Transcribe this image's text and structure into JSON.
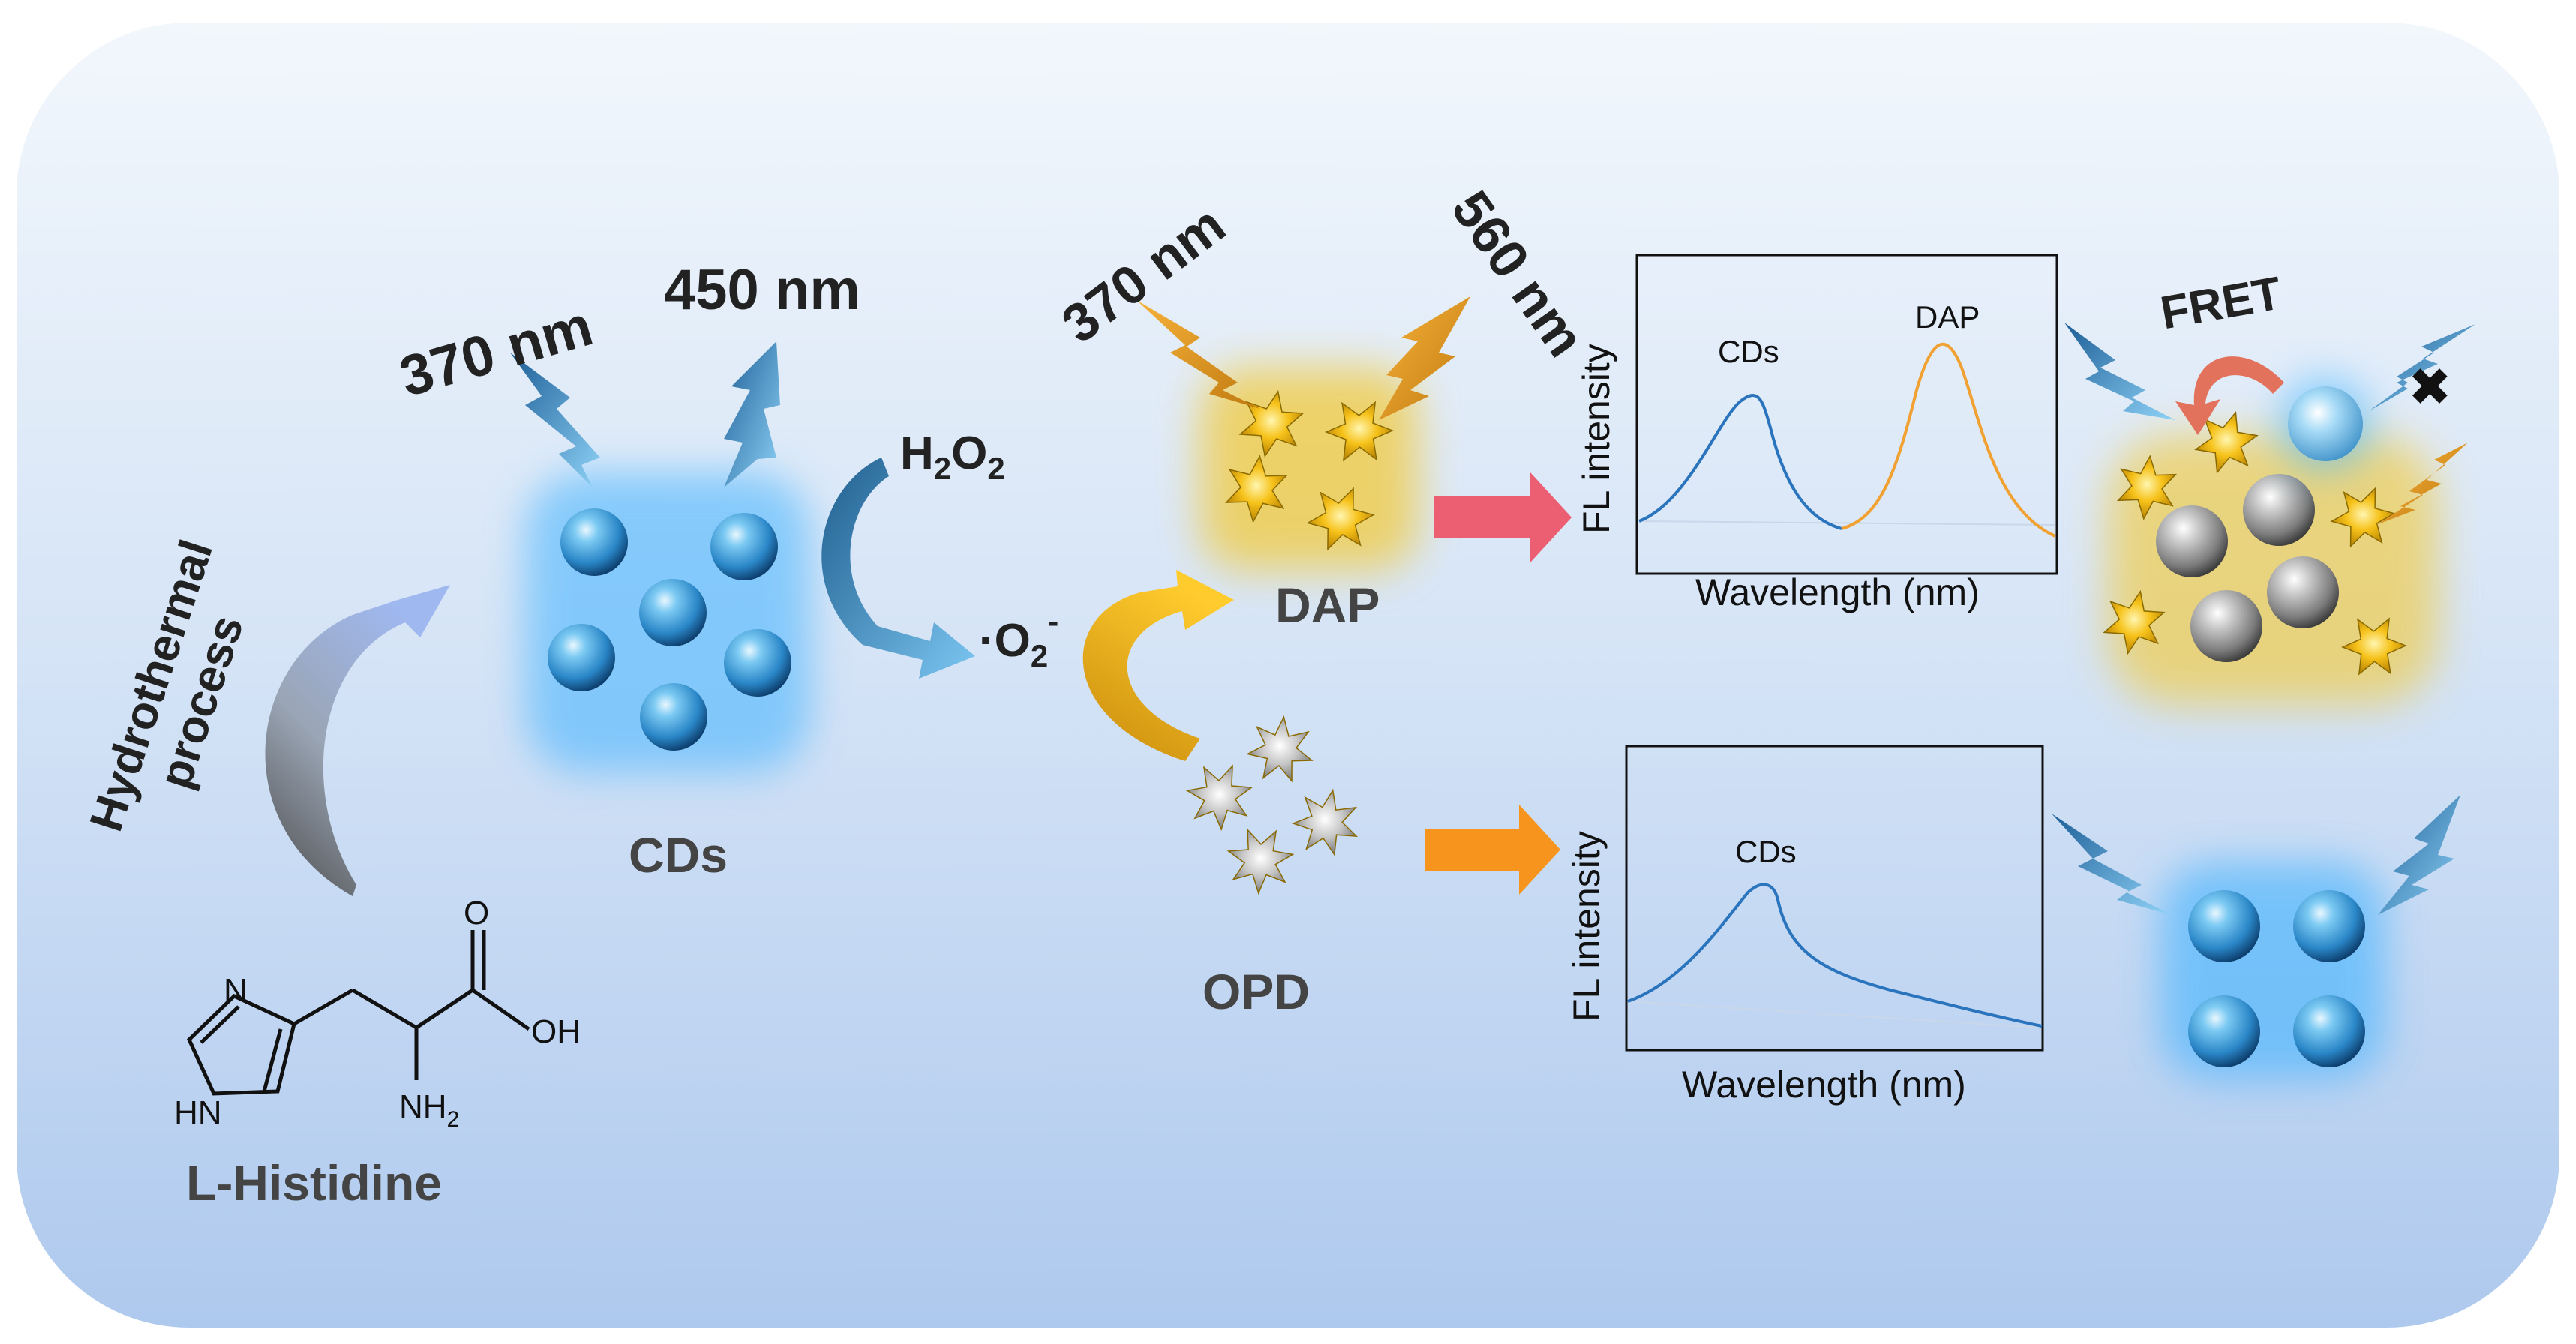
{
  "labels": {
    "cds_ex": "370 nm",
    "cds_em": "450 nm",
    "cds_name": "CDs",
    "hydrothermal_line1": "Hydrothermal",
    "hydrothermal_line2": "process",
    "histidine_name": "L-Histidine",
    "h2o2": "H",
    "h2o2_sub1": "2",
    "h2o2_o": "O",
    "h2o2_sub2": "2",
    "superoxide_dot": "·O",
    "superoxide_sub": "2",
    "superoxide_sup": "-",
    "dap_ex": "370 nm",
    "dap_em": "560 nm",
    "dap_name": "DAP",
    "opd_name": "OPD",
    "fret": "FRET",
    "blocked_mark": "✖"
  },
  "molecule": {
    "n_ring": "N",
    "hn": "HN",
    "o_top": "O",
    "oh": "OH",
    "nh": "NH",
    "nh_sub": "2"
  },
  "spectrum_top": {
    "ylabel": "FL intensity",
    "xlabel": "Wavelength (nm)",
    "peak1_label": "CDs",
    "peak2_label": "DAP",
    "series": [
      {
        "name": "CDs",
        "color": "#2a74bd"
      },
      {
        "name": "DAP",
        "color": "#f0a132"
      }
    ]
  },
  "spectrum_bottom": {
    "ylabel": "FL intensity",
    "xlabel": "Wavelength (nm)",
    "peak1_label": "CDs",
    "series": [
      {
        "name": "CDs",
        "color": "#2a74bd"
      }
    ]
  },
  "colors": {
    "panel_top": "#eef4fb",
    "panel_bottom": "#b3cdef",
    "blue_dot": "#2f8fd0",
    "gold_star": "#f2b410",
    "silver_star": "#b7b7b7",
    "grey_dot": "#8f8f8f",
    "arrow_pink": "#ec5f73",
    "arrow_orange": "#f7941d",
    "arrow_blue": "#4aa3e0",
    "arrow_gold": "#f1b31d",
    "fret_arrow": "#e2725b"
  }
}
